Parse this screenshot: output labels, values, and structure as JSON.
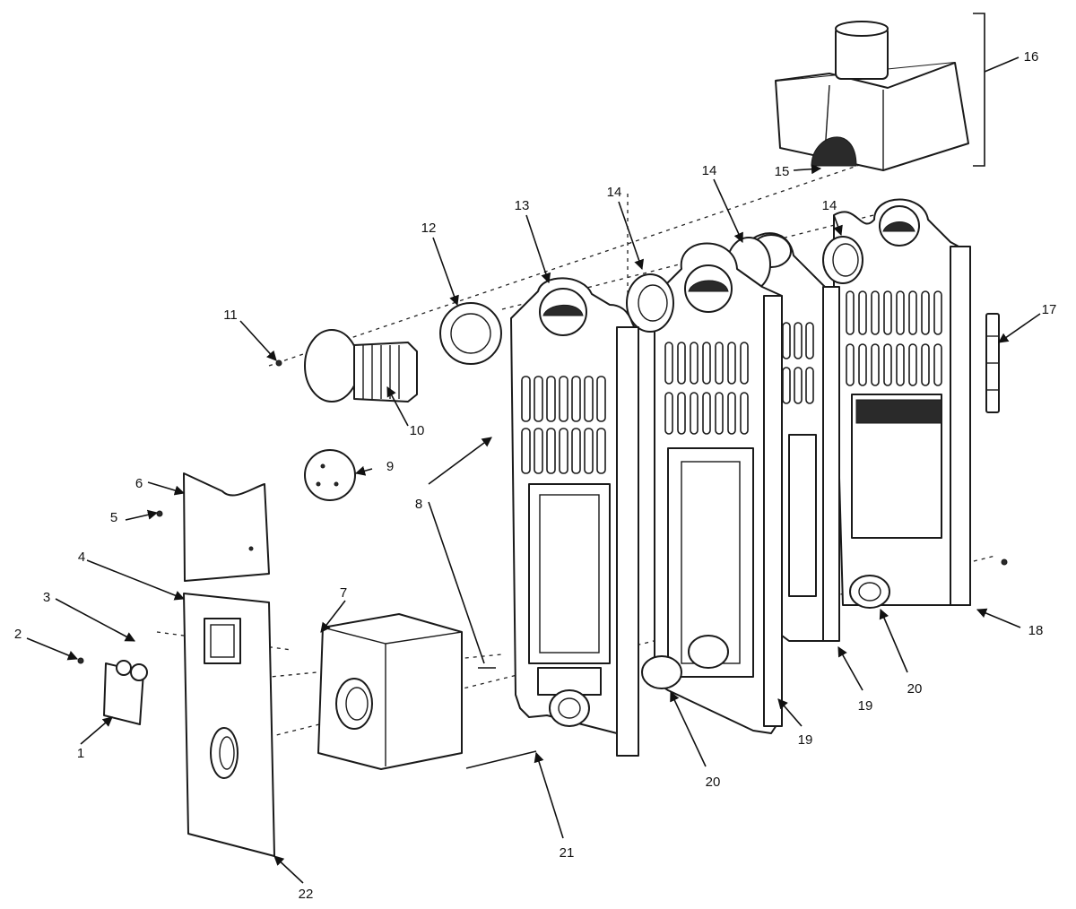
{
  "diagram": {
    "callouts": {
      "c1": "1",
      "c2": "2",
      "c3": "3",
      "c4": "4",
      "c5": "5",
      "c6": "6",
      "c7": "7",
      "c8": "8",
      "c9": "9",
      "c10": "10",
      "c11": "11",
      "c12": "12",
      "c13": "13",
      "c14a": "14",
      "c14b": "14",
      "c14c": "14",
      "c15": "15",
      "c16": "16",
      "c17": "17",
      "c18": "18",
      "c19a": "19",
      "c19b": "19",
      "c20a": "20",
      "c20b": "20",
      "c21": "21",
      "c22": "22"
    },
    "colors": {
      "line": "#1a1a1a",
      "background": "#ffffff"
    }
  }
}
